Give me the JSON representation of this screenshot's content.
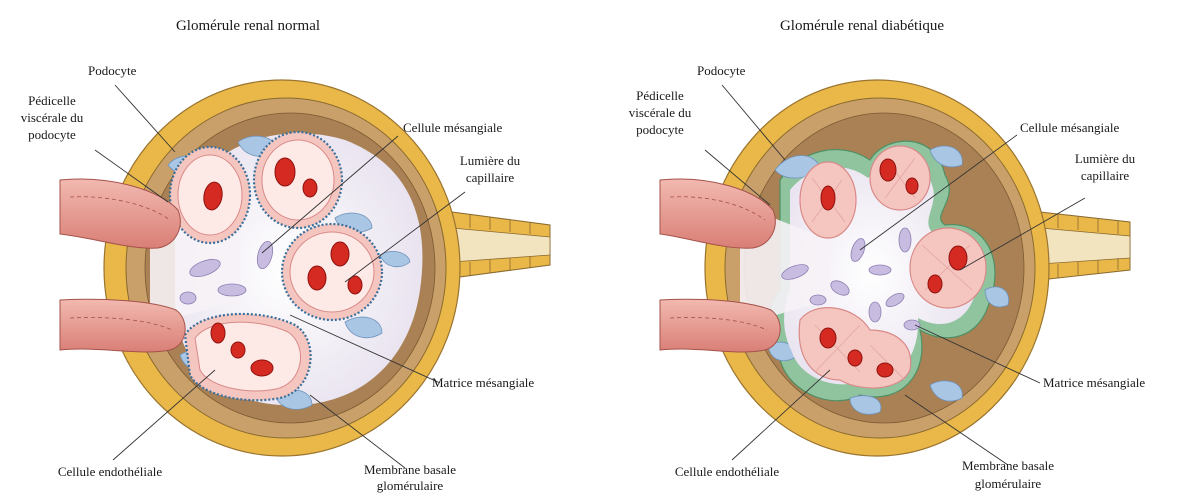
{
  "panels": [
    {
      "key": "normal",
      "title": "Glomérule renal normal",
      "labels": {
        "podocyte": "Podocyte",
        "pedicelle": [
          "Pédicelle",
          "viscérale du",
          "podocyte"
        ],
        "mesangial_cell": "Cellule mésangiale",
        "capillary_lumen": [
          "Lumière du",
          "capillaire"
        ],
        "mesangial_matrix": "Matrice mésangiale",
        "endothelial_cell": "Cellule endothéliale",
        "basement_membrane": [
          "Membrane basale",
          "glomérulaire"
        ]
      }
    },
    {
      "key": "diabetic",
      "title": "Glomérule renal diabétique",
      "labels": {
        "podocyte": "Podocyte",
        "pedicelle": [
          "Pédicelle",
          "viscérale du",
          "podocyte"
        ],
        "mesangial_cell": "Cellule mésangiale",
        "capillary_lumen": [
          "Lumière du",
          "capillaire"
        ],
        "mesangial_matrix": "Matrice mésangiale",
        "endothelial_cell": "Cellule endothéliale",
        "basement_membrane": [
          "Membrane basale",
          "glomérulaire"
        ]
      }
    }
  ],
  "colors": {
    "capsule_outer": "#e9b848",
    "capsule_inner": "#caa06a",
    "bowman_space": "#a98155",
    "interior": "#f1eef4",
    "capillary_wall": "#f5c6c0",
    "endothelium_edge": "#d98a88",
    "rbc": "#d42a22",
    "rbc_core": "#8e120e",
    "podocyte": "#a9c6e4",
    "mesangial_cell": "#c8bde0",
    "thick_membrane": "#8fc49f",
    "arteriole": "#e8a39a"
  }
}
